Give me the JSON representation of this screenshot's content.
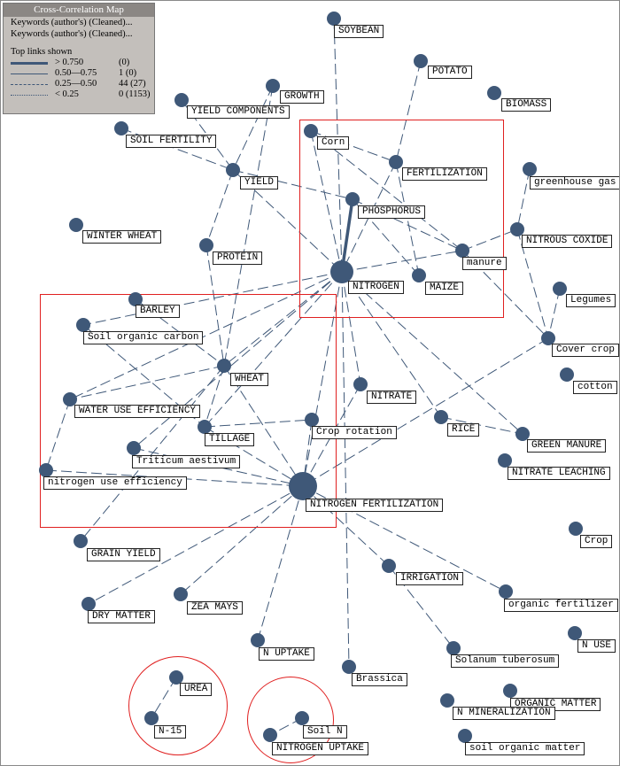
{
  "legend": {
    "title": "Cross-Correlation Map",
    "sub1": "Keywords (author's) (Cleaned)...",
    "sub2": "Keywords (author's) (Cleaned)...",
    "heading": "Top links shown",
    "rows": [
      {
        "range": "> 0.750",
        "count": "(0)",
        "style": "thick"
      },
      {
        "range": "0.50—0.75",
        "count": "1 (0)",
        "style": "solid"
      },
      {
        "range": "0.25—0.50",
        "count": "44 (27)",
        "style": "dashed"
      },
      {
        "range": "< 0.25",
        "count": "0 (1153)",
        "style": "dotted"
      }
    ]
  },
  "colors": {
    "node": "#3f5878",
    "edge": "#3f5878",
    "highlight": "#e02020",
    "legend_bg": "#c3bfbb",
    "legend_title_bg": "#8b8784"
  },
  "nodes": {
    "soybean": "SOYBEAN",
    "potato": "POTATO",
    "biomass": "BIOMASS",
    "growth": "GROWTH",
    "yield_components": "YIELD COMPONENTS",
    "soil_fertility": "SOIL FERTILITY",
    "corn": "Corn",
    "fertilization": "FERTILIZATION",
    "greenhouse_gas": "greenhouse gas",
    "yield": "YIELD",
    "phosphorus": "PHOSPHORUS",
    "winter_wheat": "WINTER WHEAT",
    "nitrous_oxide": "NITROUS COXIDE",
    "protein": "PROTEIN",
    "manure": "manure",
    "nitrogen": "NITROGEN",
    "maize": "MAIZE",
    "legumes": "Legumes",
    "barley": "BARLEY",
    "soil_organic_carbon": "Soil organic carbon",
    "cover_crop": "Cover crop",
    "wheat": "WHEAT",
    "cotton": "cotton",
    "nitrate": "NITRATE",
    "water_use_efficiency": "WATER USE EFFICIENCY",
    "crop_rotation": "Crop rotation",
    "rice": "RICE",
    "tillage": "TILLAGE",
    "green_manure": "GREEN MANURE",
    "triticum_aestivum": "Triticum aestivum",
    "nitrate_leaching": "NITRATE LEACHING",
    "nitrogen_use_efficiency": "nitrogen use efficiency",
    "nitrogen_fertilization": "NITROGEN FERTILIZATION",
    "crop": "Crop",
    "grain_yield": "GRAIN YIELD",
    "irrigation": "IRRIGATION",
    "zea_mays": "ZEA MAYS",
    "organic_fertilizer": "organic fertilizer",
    "dry_matter": "DRY MATTER",
    "n_use": "N USE",
    "n_uptake": "N UPTAKE",
    "solanum_tuberosum": "Solanum tuberosum",
    "urea": "UREA",
    "brassica": "Brassica",
    "organic_matter": "ORGANIC MATTER",
    "n_mineralization": "N MINERALIZATION",
    "n15": "N-15",
    "soil_n": "Soil N",
    "nitrogen_uptake": "NITROGEN UPTAKE",
    "soil_organic_matter": "soil organic matter"
  }
}
